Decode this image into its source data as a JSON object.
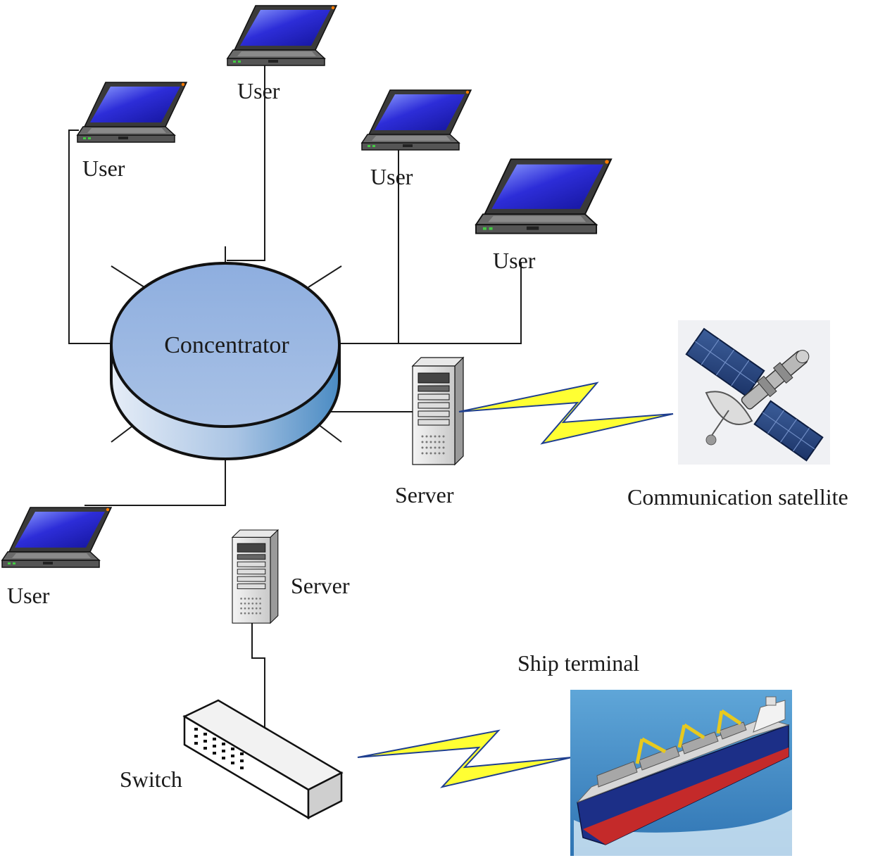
{
  "labels": {
    "user_top_center": "User",
    "user_top_left": "User",
    "user_top_right": "User",
    "user_right": "User",
    "user_bottom_left": "User",
    "concentrator": "Concentrator",
    "server_right": "Server",
    "server_bottom": "Server",
    "satellite": "Communication satellite",
    "ship": "Ship terminal",
    "switch": "Switch"
  },
  "icons": {
    "laptop": "laptop-icon",
    "server": "server-tower-icon",
    "concentrator": "hub-cylinder-icon",
    "switch": "network-switch-icon",
    "satellite": "satellite-icon",
    "ship": "cargo-ship-icon",
    "wireless": "lightning-link-icon"
  },
  "colors": {
    "concentrator_top": "#9fb9e0",
    "concentrator_side": "#5f97c8",
    "laptop_screen": "#2a2ad0",
    "lightning": "#ffff33",
    "lightning_outline": "#1f3f8f",
    "line": "#1a1a1a"
  }
}
